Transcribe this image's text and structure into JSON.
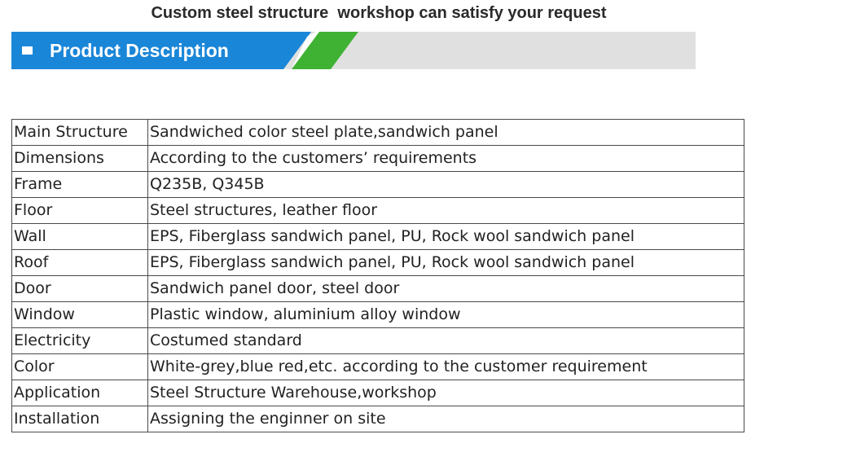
{
  "headline": "Custom steel structure  workshop can satisfy your request",
  "banner": {
    "title": "Product Description",
    "colors": {
      "blue": "#1a86d8",
      "green": "#3fb233",
      "gray": "#e0e0e0",
      "bullet": "#ffffff"
    }
  },
  "spec_table": {
    "rows": [
      {
        "label": "Main Structure",
        "value": "Sandwiched color steel plate,sandwich panel"
      },
      {
        "label": "Dimensions",
        "value": "According to the customers’ requirements"
      },
      {
        "label": "Frame",
        "value": "Q235B, Q345B"
      },
      {
        "label": "Floor",
        "value": "Steel structures, leather floor"
      },
      {
        "label": "Wall",
        "value": "EPS, Fiberglass sandwich panel, PU, Rock wool sandwich panel"
      },
      {
        "label": "Roof",
        "value": "EPS, Fiberglass sandwich panel, PU, Rock wool sandwich panel"
      },
      {
        "label": "Door",
        "value": "Sandwich panel door, steel door"
      },
      {
        "label": "Window",
        "value": "Plastic window, aluminium alloy window"
      },
      {
        "label": "Electricity",
        "value": "Costumed standard"
      },
      {
        "label": "Color",
        "value": "White-grey,blue red,etc. according to the customer requirement"
      },
      {
        "label": "Application",
        "value": "Steel Structure Warehouse,workshop"
      },
      {
        "label": "Installation",
        "value": "Assigning the enginner on site"
      }
    ]
  }
}
